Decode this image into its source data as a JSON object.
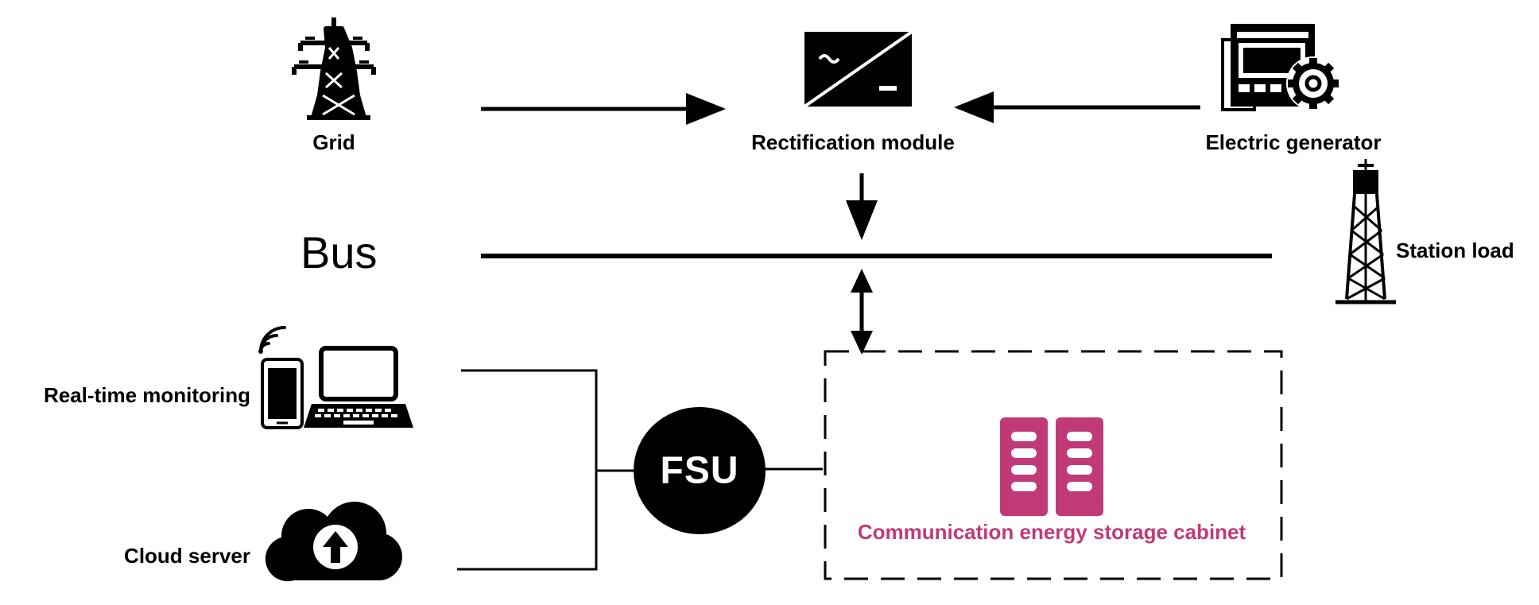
{
  "labels": {
    "grid": "Grid",
    "rectification": "Rectification module",
    "generator": "Electric generator",
    "bus": "Bus",
    "station_load": "Station load",
    "monitoring": "Real-time monitoring",
    "cloud": "Cloud server",
    "fsu": "FSU",
    "cabinet": "Communication energy storage cabinet"
  },
  "colors": {
    "line": "#000000",
    "accent": "#c03a78"
  },
  "icons": {
    "grid": "power-pylon-icon",
    "rectification": "ac-dc-rectifier-icon",
    "generator": "generator-panel-gear-icon",
    "station_load": "telecom-tower-icon",
    "monitoring": [
      "smartphone-wifi-icon",
      "laptop-icon"
    ],
    "cloud": "cloud-upload-icon",
    "cabinet": "storage-cabinet-icon"
  }
}
